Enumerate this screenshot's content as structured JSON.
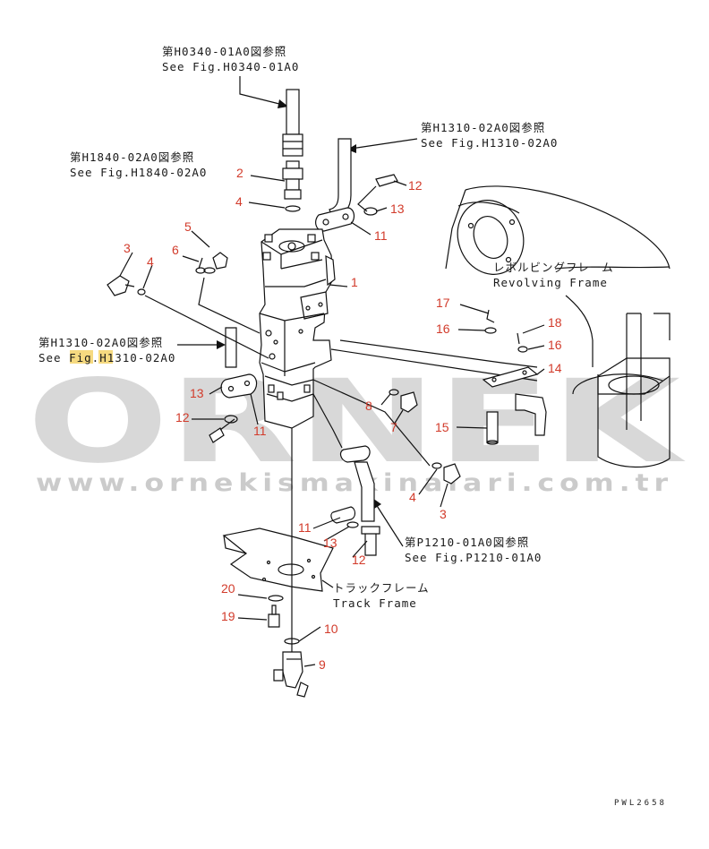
{
  "watermark": {
    "brand": "ORNEK",
    "url": "www.ornekismakinalari.com.tr"
  },
  "drawing_code": "PWL2658",
  "references": [
    {
      "jp": "第H0340-01A0図参照",
      "en": "See Fig.H0340-01A0"
    },
    {
      "jp": "第H1310-02A0図参照",
      "en": "See Fig.H1310-02A0"
    },
    {
      "jp": "第H1840-02A0図参照",
      "en": "See Fig.H1840-02A0"
    },
    {
      "jp": "第H1310-02A0図参照",
      "en": "See Fig.H1310-02A0"
    },
    {
      "jp": "第P1210-01A0図参照",
      "en": "See Fig.P1210-01A0"
    }
  ],
  "frames": {
    "revolving": {
      "jp": "レボルビングフレーム",
      "en": "Revolving Frame"
    },
    "track": {
      "jp": "トラックフレーム",
      "en": "Track Frame"
    }
  },
  "part_numbers": {
    "p1": "1",
    "p2": "2",
    "p3a": "3",
    "p3b": "3",
    "p4a": "4",
    "p4b": "4",
    "p4c": "4",
    "p5": "5",
    "p6": "6",
    "p7": "7",
    "p8": "8",
    "p9": "9",
    "p10": "10",
    "p11a": "11",
    "p11b": "11",
    "p11c": "11",
    "p12a": "12",
    "p12b": "12",
    "p12c": "12",
    "p13a": "13",
    "p13b": "13",
    "p13c": "13",
    "p14": "14",
    "p15": "15",
    "p16a": "16",
    "p16b": "16",
    "p17": "17",
    "p18": "18",
    "p19": "19",
    "p20": "20"
  },
  "colors": {
    "callout": "#d23b2b",
    "line": "#111111",
    "watermark": "#b9b9b9"
  }
}
